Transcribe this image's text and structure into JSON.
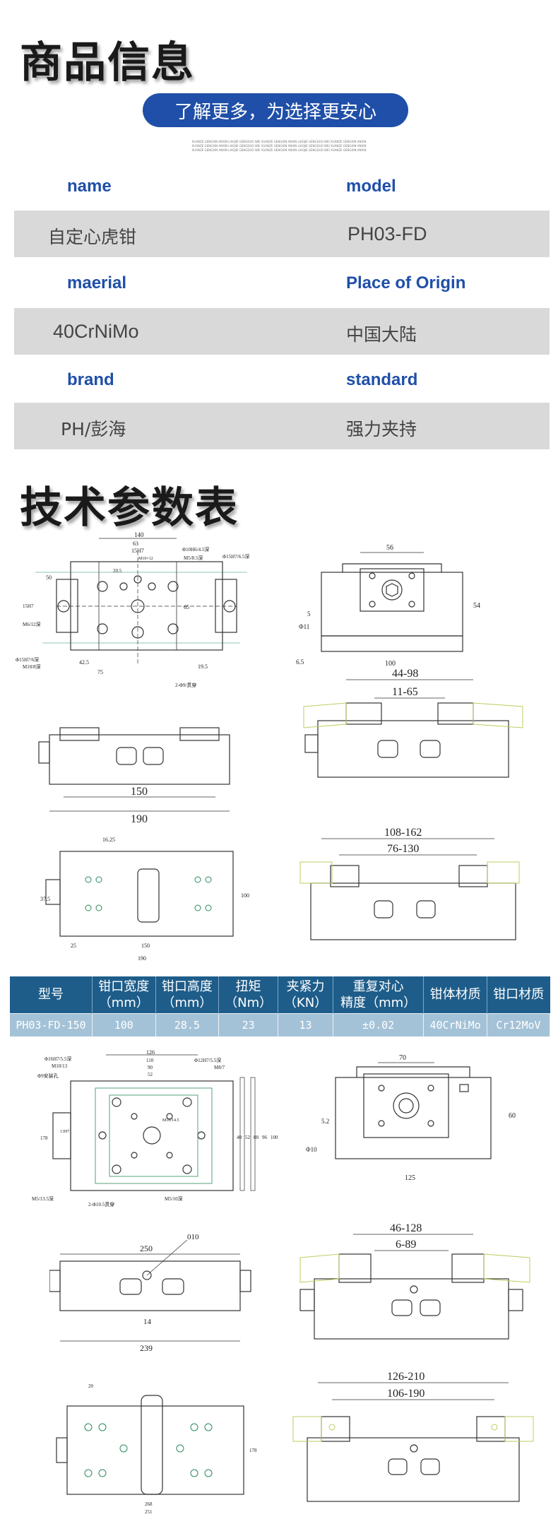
{
  "section1": {
    "title": "商品信息",
    "banner": "了解更多，为选择更安心",
    "banner_fine": "XUANZE GENGXIN ANXIN LIAOJIE GENGDUO WEI XUANZE GENGXIN ANXIN LIAOJIE GENGDUO WEI XUANZE GENGXIN ANXIN"
  },
  "info": {
    "row1": {
      "label_left": "name",
      "label_right": "model",
      "value_left": "自定心虎钳",
      "value_right": "PH03-FD"
    },
    "row2": {
      "label_left": "maerial",
      "label_right": "Place of Origin",
      "value_left": "40CrNiMo",
      "value_right": "中国大陆"
    },
    "row3": {
      "label_left": "brand",
      "label_right": "standard",
      "value_left": "PH/彭海",
      "value_right": "强力夹持"
    }
  },
  "section2": {
    "title": "技术参数表"
  },
  "drawings1": {
    "top_dims": [
      "140",
      "63",
      "15H7",
      "M10×12",
      "20.5",
      "65",
      "Φ10H6/4.5深",
      "M5/8.5深",
      "Φ15H7/6.5深",
      "50",
      "15H7",
      "M6/12深",
      "Φ15H7/6深",
      "M10/8深",
      "42.5",
      "75",
      "19.5",
      "2-Φ9/贯穿"
    ],
    "front_dims": [
      "56",
      "54",
      "Φ11",
      "5",
      "100",
      "6.5"
    ],
    "side_150": "150",
    "side_190": "190",
    "jaw_44_98": "44-98",
    "jaw_11_65": "11-65",
    "bot_dims": [
      "16.25",
      "37.5",
      "150",
      "190",
      "25",
      "100"
    ],
    "jaw_108_162": "108-162",
    "jaw_76_130": "76-130"
  },
  "spec_table": {
    "headers": [
      [
        "型号",
        ""
      ],
      [
        "钳口宽度",
        "（mm）"
      ],
      [
        "钳口高度",
        "（mm）"
      ],
      [
        "扭矩",
        "（Nm）"
      ],
      [
        "夹紧力",
        "（KN）"
      ],
      [
        "重复对心",
        "精度（mm）"
      ],
      [
        "钳体材质",
        ""
      ],
      [
        "钳口材质",
        ""
      ]
    ],
    "row": [
      "PH03-FD-150",
      "100",
      "28.5",
      "23",
      "13",
      "±0.02",
      "40CrNiMo",
      "Cr12MoV"
    ]
  },
  "drawings2": {
    "top_dims": [
      "126",
      "110",
      "90",
      "52",
      "Φ16H7/5.5深",
      "M10/13",
      "Φ9安装孔",
      "Φ12H7/5.5深",
      "M8/7",
      "M10/14.5",
      "178",
      "13H7",
      "M5/13.5深",
      "2-Φ10.5贯穿",
      "M5/10深",
      "40",
      "52",
      "88",
      "96",
      "100"
    ],
    "front_dims": [
      "70",
      "60",
      "5.2",
      "Φ10",
      "125"
    ],
    "side_250": "250",
    "side_010": "010",
    "side_14": "14",
    "side_239": "239",
    "jaw_46_128": "46-128",
    "jaw_6_89": "6-89",
    "bot_dims": [
      "20",
      "178",
      "268",
      "251"
    ],
    "jaw_126_210": "126-210",
    "jaw_106_190": "106-190"
  }
}
